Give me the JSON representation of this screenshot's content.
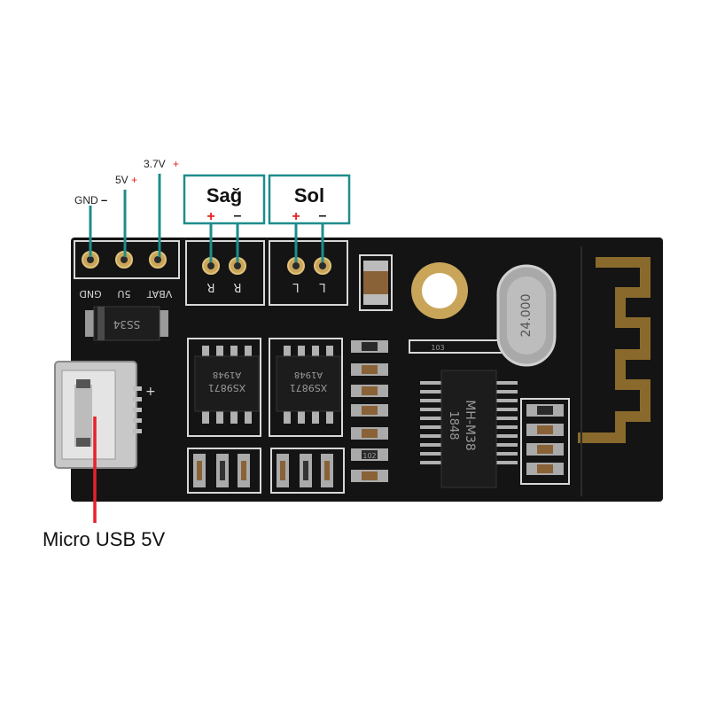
{
  "callouts": {
    "gnd": "GND",
    "v5": "5V",
    "v37": "3.7V",
    "plus": "+",
    "minus": "–",
    "sag": "Sağ",
    "sol": "Sol",
    "usb": "Micro USB 5V"
  },
  "board": {
    "pins_silk": [
      "GND",
      "5U",
      "VBAT"
    ],
    "right_silk": "R",
    "left_silk": "L",
    "diode": "SS34",
    "amp_chip": "XS9871",
    "amp_code": "A1948",
    "bt_module": "MH-M38",
    "bt_code": "1848",
    "crystal": "24.000",
    "res_103": "103",
    "res_102": "102",
    "cap_plus": "+"
  },
  "colors": {
    "callout_line": "#1f8c8c",
    "usb_line": "#e8202a",
    "plus_sign": "#e02020",
    "board": "#141414",
    "pad_gold": "#c9a55a",
    "copper_antenna": "#8a6a2c"
  }
}
